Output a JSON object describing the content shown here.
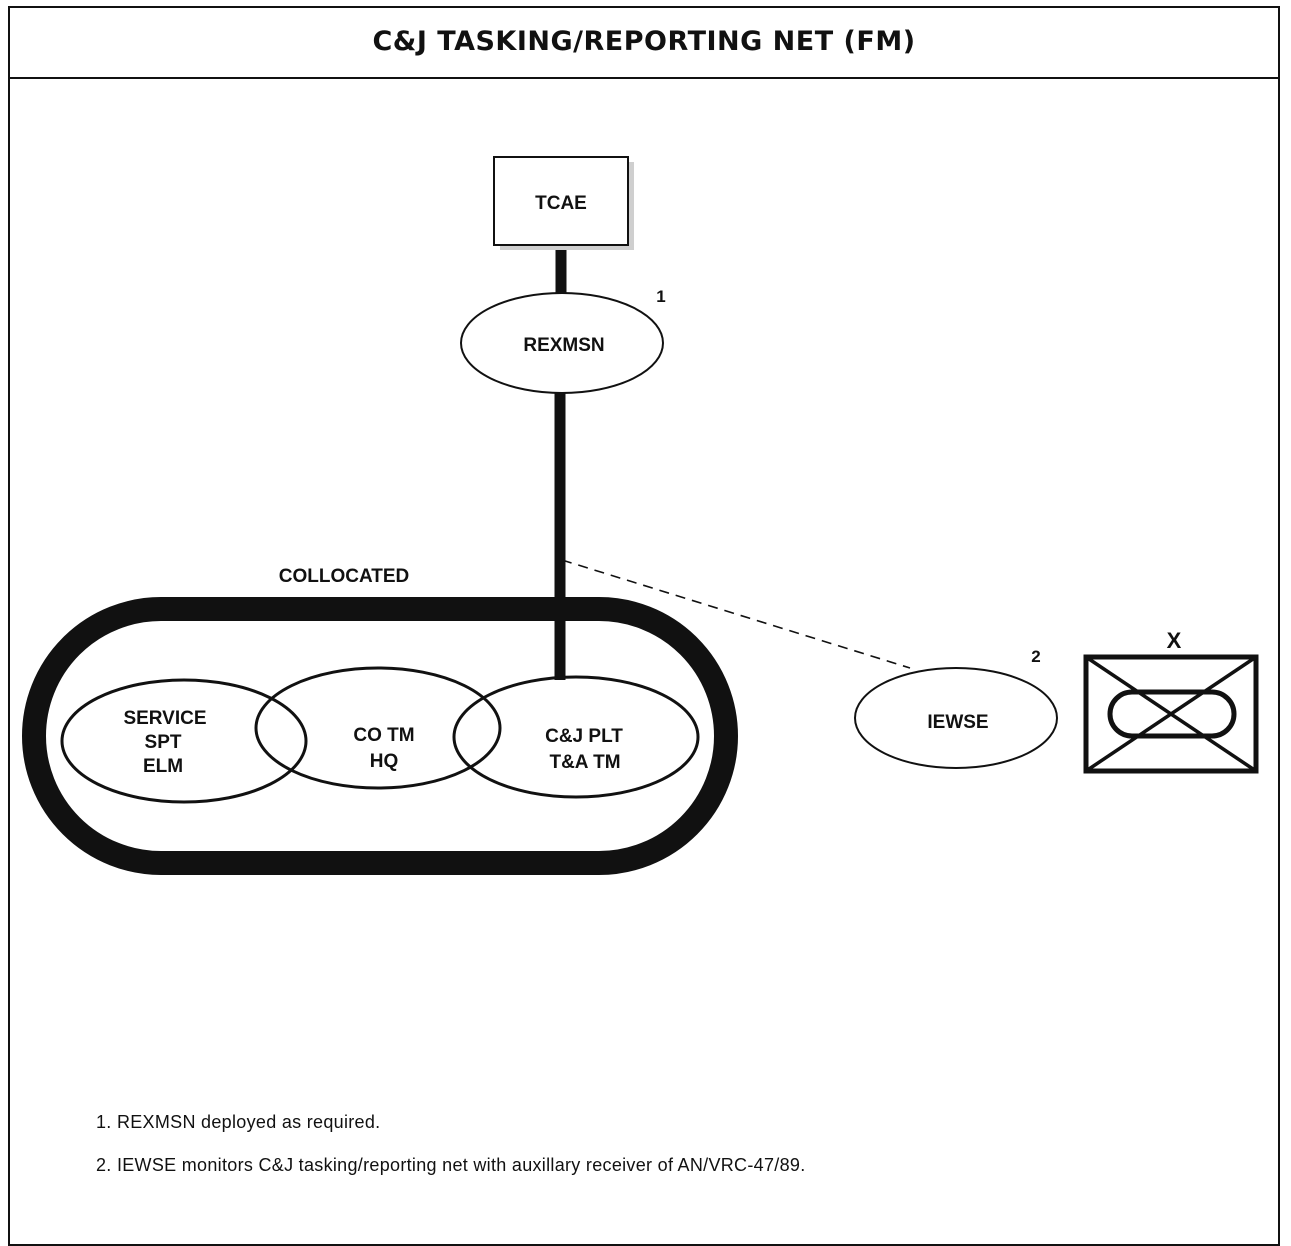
{
  "title": "C&J TASKING/REPORTING NET (FM)",
  "nodes": {
    "tcae": "TCAE",
    "rexmsn": "REXMSN",
    "iewse": "IEWSE",
    "service_spt_elm": [
      "SERVICE",
      "SPT",
      "ELM"
    ],
    "co_tm_hq": [
      "CO TM",
      "HQ"
    ],
    "cj_plt_ta_tm": [
      "C&J PLT",
      "T&A TM"
    ],
    "collocated_label": "COLLOCATED",
    "enemy_marker": "X"
  },
  "footnote_markers": {
    "rexmsn": "1",
    "iewse": "2"
  },
  "notes": [
    {
      "number": "1.",
      "text": "REXMSN deployed as required."
    },
    {
      "number": "2.",
      "text": "IEWSE monitors C&J tasking/reporting net with auxillary receiver of AN/VRC-47/89."
    }
  ]
}
